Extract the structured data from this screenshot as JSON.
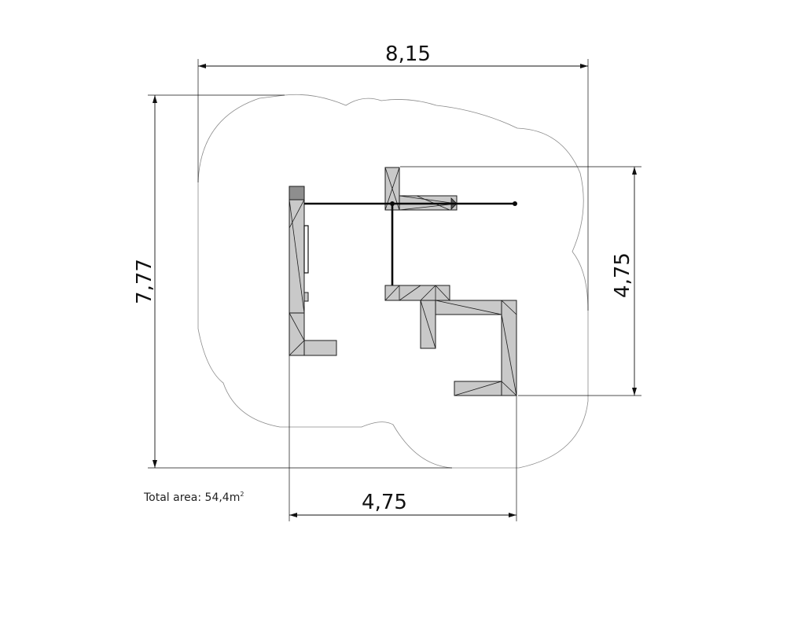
{
  "dimensions": {
    "overall_width": "8,15",
    "overall_depth": "7,77",
    "structure_width": "4,75",
    "structure_depth": "4,75"
  },
  "total_area": {
    "label": "Total area: 54,4m",
    "unit_superscript": "2"
  }
}
